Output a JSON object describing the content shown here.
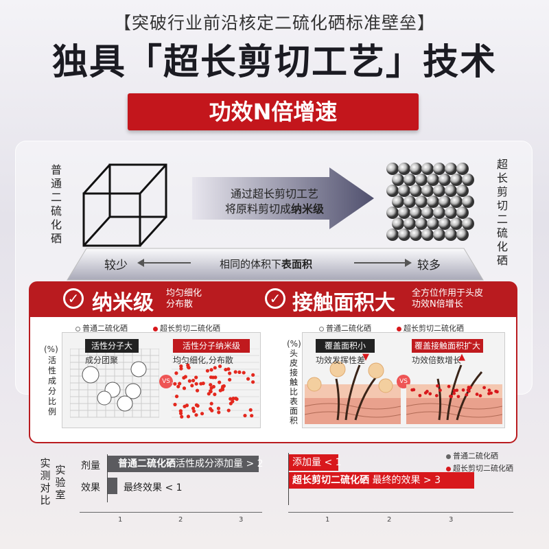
{
  "top_tag": "【突破行业前沿核定二硫化硒标准壁垒】",
  "headline": "独具「超长剪切工艺」技术",
  "banner": "功效N倍增速",
  "left_vertical": [
    "普",
    "通",
    "二",
    "硫",
    "化",
    "硒"
  ],
  "right_vertical": [
    "超",
    "长",
    "剪",
    "切",
    "二",
    "硫",
    "化",
    "硒"
  ],
  "arrow": {
    "line1": "通过超长剪切工艺",
    "line2_prefix": "将原料剪切成",
    "line2_bold": "纳米级"
  },
  "plinth": {
    "left": "较少",
    "middle_prefix": "相同的体积下",
    "middle_bold": "表面积",
    "right": "较多"
  },
  "feature_left": {
    "title": "纳米级",
    "desc1": "均匀细化",
    "desc2": "分布散"
  },
  "feature_right": {
    "title": "接触面积大",
    "desc1": "全方位作用于头皮",
    "desc2": "功效N倍增长"
  },
  "legend": {
    "normal": "普通二硫化硒",
    "ultra": "超长剪切二硫化硒"
  },
  "chart1": {
    "ylabel_unit": "(%)",
    "ylabel": [
      "活",
      "性",
      "成",
      "分",
      "比",
      "例"
    ],
    "left_label": "活性分子大",
    "right_label": "活性分子纳米级",
    "left_note": "成分团聚",
    "right_note": "均匀细化,分布散",
    "vs": "VS"
  },
  "chart2": {
    "ylabel_unit": "(%)",
    "ylabel": [
      "头",
      "皮",
      "接",
      "触",
      "比",
      "表",
      "面",
      "积"
    ],
    "left_label": "覆盖面积小",
    "right_label": "覆盖接触面积扩大",
    "left_note": "功效发挥性差",
    "right_note": "功效倍数增长",
    "vs": "VS"
  },
  "bottom": {
    "side1": [
      "实",
      "测",
      "对",
      "比"
    ],
    "side2": [
      "实",
      "验",
      "室"
    ],
    "row1": "剂量",
    "row2": "效果",
    "left_bar1_bold": "普通二硫化硒",
    "left_bar1_rest": "活性成分添加量 > 2",
    "left_bar2_text": "最终效果 < 1",
    "right_bar1": "添加量 < 1",
    "right_bar2_bold": "超长剪切二硫化硒",
    "right_bar2_rest": "最终的效果 > 3",
    "legend_normal": "普通二硫化硒",
    "legend_ultra": "超长剪切二硫化硒",
    "ticks": [
      "1",
      "2",
      "3"
    ]
  },
  "colors": {
    "brand_red": "#c3161c",
    "dark": "#1b1b22",
    "grey_bar": "#5b5b5f"
  }
}
